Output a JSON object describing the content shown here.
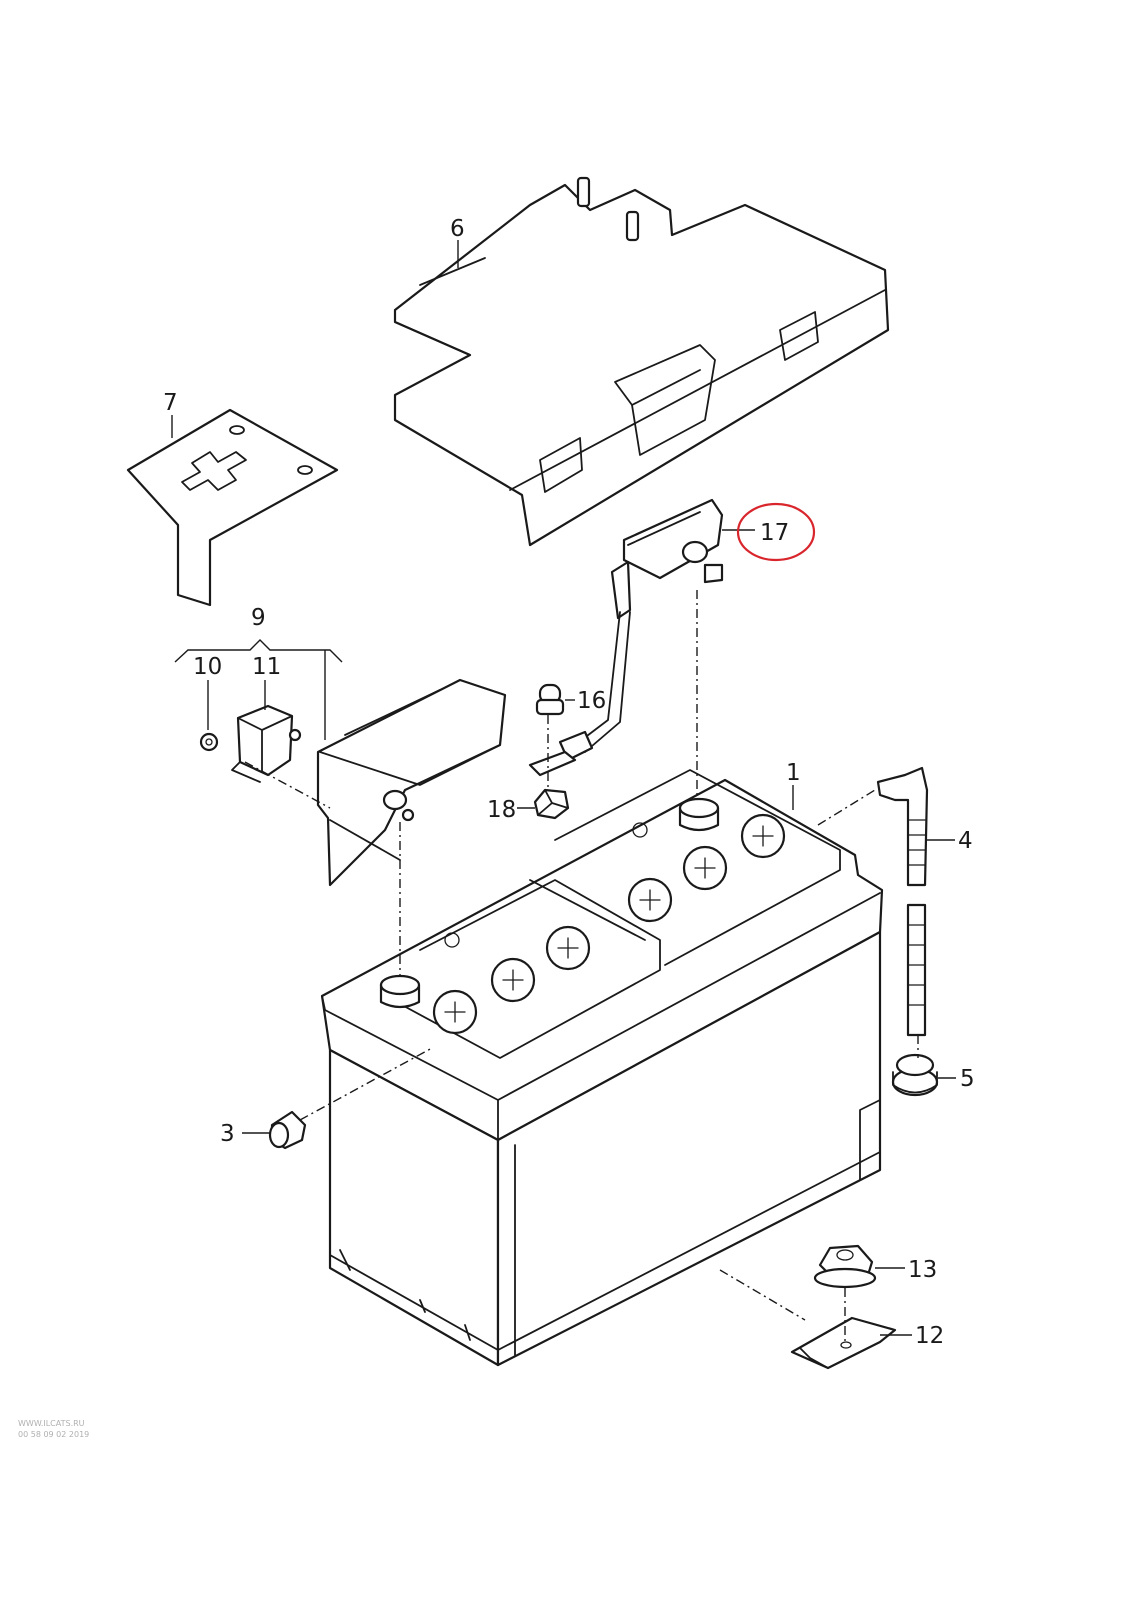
{
  "callouts": {
    "p1": "1",
    "p3": "3",
    "p4": "4",
    "p5": "5",
    "p6": "6",
    "p7": "7",
    "p9": "9",
    "p10": "10",
    "p11": "11",
    "p12": "12",
    "p13": "13",
    "p16": "16",
    "p17": "17",
    "p18": "18"
  },
  "highlight": {
    "part": "17",
    "color": "#d9262c"
  },
  "watermark": {
    "site": "WWW.ILCATS.RU",
    "code": "00 58 09 02 2019"
  }
}
